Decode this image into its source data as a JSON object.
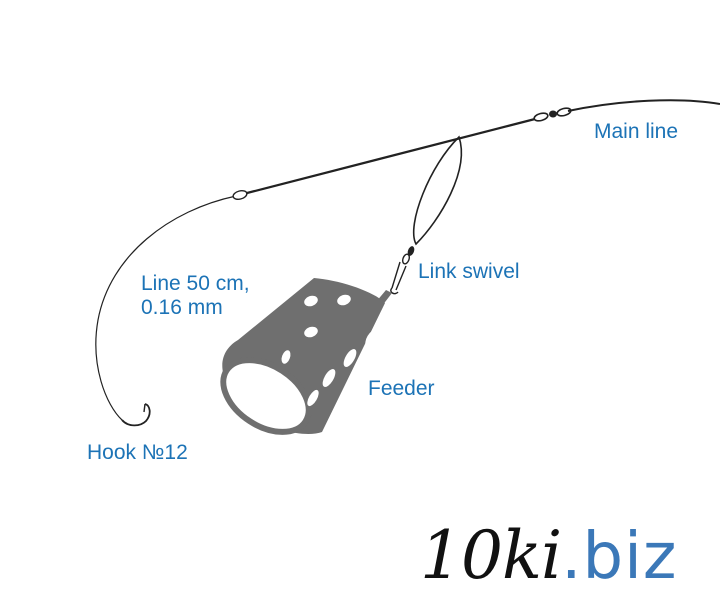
{
  "labels": {
    "main_line": "Main line",
    "line_spec_1": "Line 50 cm,",
    "line_spec_2": "0.16 mm",
    "link_swivel": "Link swivel",
    "feeder": "Feeder",
    "hook": "Hook №12"
  },
  "watermark": {
    "main": "10ki",
    "tld": ".biz"
  },
  "colors": {
    "label_text": "#1c73b6",
    "line": "#222222",
    "feeder_body": "#6f6f6f",
    "watermark_dark": "#111111",
    "watermark_blue": "#3b78b8"
  }
}
